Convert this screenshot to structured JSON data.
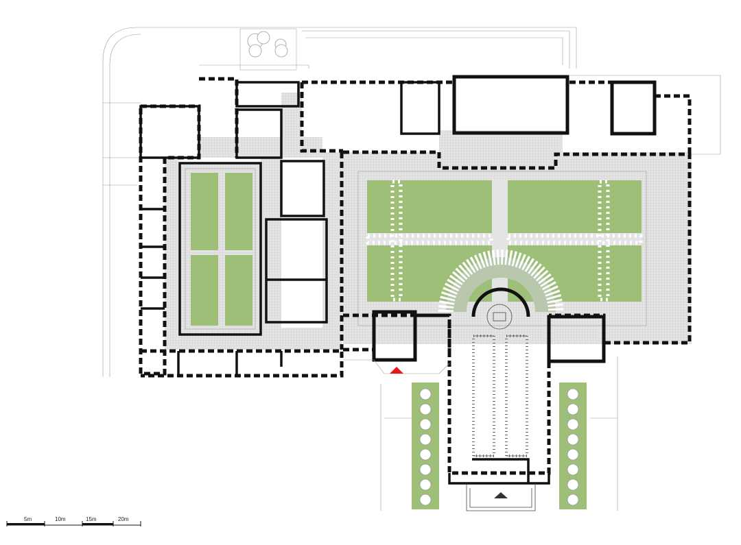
{
  "colors": {
    "lawn": "#9dbf78",
    "paving": "#dedede",
    "walls": "#111111",
    "lines": "#444444",
    "entrance_marker": "#e41818",
    "secondary_marker": "#333333",
    "background": "#ffffff"
  },
  "scale_bar": {
    "labels": [
      "5m",
      "10m",
      "15m",
      "20m"
    ]
  },
  "icons": {
    "main_entrance": "red-triangle-marker",
    "church_entrance": "dark-triangle-marker"
  }
}
